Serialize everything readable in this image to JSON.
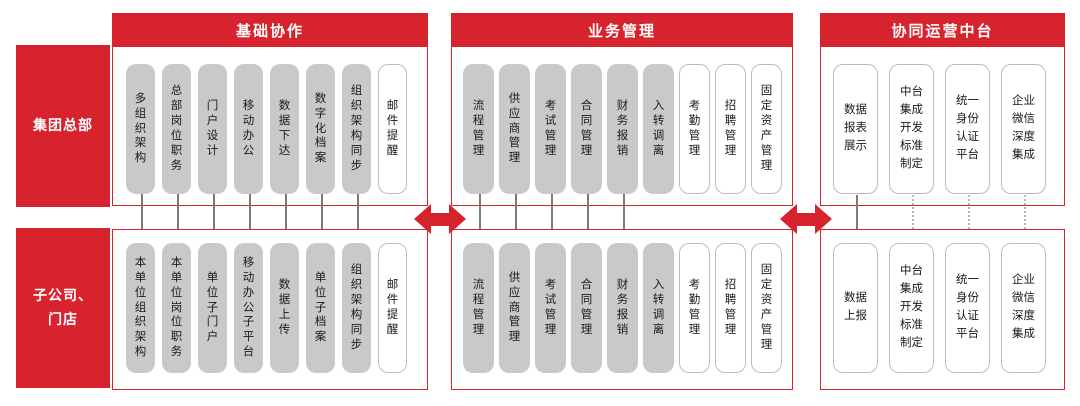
{
  "colors": {
    "accent_red": "#d7232e",
    "pill_gray": "#c9c9c9",
    "pill_white_border": "#bdbdbd",
    "connector_solid": "#7b7b7b",
    "connector_dotted": "#b5b5b5"
  },
  "row_labels": [
    {
      "id": "hq",
      "label": "集团总部"
    },
    {
      "id": "branch",
      "label": "子公司、\n门店"
    }
  ],
  "sections": [
    {
      "title": "基础协作",
      "pill_text_orientation": "vertical",
      "top_pills": [
        {
          "label": "多组织架构",
          "variant": "gray",
          "connector": "solid"
        },
        {
          "label": "总部岗位职务",
          "variant": "gray",
          "connector": "solid"
        },
        {
          "label": "门户设计",
          "variant": "gray",
          "connector": "solid"
        },
        {
          "label": "移动办公",
          "variant": "gray",
          "connector": "solid"
        },
        {
          "label": "数据下达",
          "variant": "gray",
          "connector": "solid"
        },
        {
          "label": "数字化档案",
          "variant": "gray",
          "connector": "solid"
        },
        {
          "label": "组织架构同步",
          "variant": "gray",
          "connector": "solid"
        },
        {
          "label": "邮件提醒",
          "variant": "white",
          "connector": "none"
        }
      ],
      "bottom_pills": [
        {
          "label": "本单位组织架构",
          "variant": "gray"
        },
        {
          "label": "本单位岗位职务",
          "variant": "gray"
        },
        {
          "label": "单位子门户",
          "variant": "gray"
        },
        {
          "label": "移动办公子平台",
          "variant": "gray"
        },
        {
          "label": "数据上传",
          "variant": "gray"
        },
        {
          "label": "单位子档案",
          "variant": "gray"
        },
        {
          "label": "组织架构同步",
          "variant": "gray"
        },
        {
          "label": "邮件提醒",
          "variant": "white"
        }
      ]
    },
    {
      "title": "业务管理",
      "pill_text_orientation": "vertical",
      "top_pills": [
        {
          "label": "流程管理",
          "variant": "gray",
          "connector": "solid"
        },
        {
          "label": "供应商管理",
          "variant": "gray",
          "connector": "solid"
        },
        {
          "label": "考试管理",
          "variant": "gray",
          "connector": "solid"
        },
        {
          "label": "合同管理",
          "variant": "gray",
          "connector": "solid"
        },
        {
          "label": "财务报销",
          "variant": "gray",
          "connector": "solid"
        },
        {
          "label": "入转调离",
          "variant": "gray",
          "connector": "none"
        },
        {
          "label": "考勤管理",
          "variant": "white",
          "connector": "none"
        },
        {
          "label": "招聘管理",
          "variant": "white",
          "connector": "none"
        },
        {
          "label": "固定资产管理",
          "variant": "white",
          "connector": "none"
        }
      ],
      "bottom_pills": [
        {
          "label": "流程管理",
          "variant": "gray"
        },
        {
          "label": "供应商管理",
          "variant": "gray"
        },
        {
          "label": "考试管理",
          "variant": "gray"
        },
        {
          "label": "合同管理",
          "variant": "gray"
        },
        {
          "label": "财务报销",
          "variant": "gray"
        },
        {
          "label": "入转调离",
          "variant": "gray"
        },
        {
          "label": "考勤管理",
          "variant": "white"
        },
        {
          "label": "招聘管理",
          "variant": "white"
        },
        {
          "label": "固定资产管理",
          "variant": "white"
        }
      ]
    },
    {
      "title": "协同运营中台",
      "pill_text_orientation": "horizontal",
      "top_pills": [
        {
          "label": "数据\n报表\n展示",
          "variant": "white",
          "connector": "solid"
        },
        {
          "label": "中台\n集成\n开发\n标准\n制定",
          "variant": "white",
          "connector": "dotted"
        },
        {
          "label": "统一\n身份\n认证\n平台",
          "variant": "white",
          "connector": "dotted"
        },
        {
          "label": "企业\n微信\n深度\n集成",
          "variant": "white",
          "connector": "dotted"
        }
      ],
      "bottom_pills": [
        {
          "label": "数据\n上报",
          "variant": "white"
        },
        {
          "label": "中台\n集成\n开发\n标准\n制定",
          "variant": "white"
        },
        {
          "label": "统一\n身份\n认证\n平台",
          "variant": "white"
        },
        {
          "label": "企业\n微信\n深度\n集成",
          "variant": "white"
        }
      ]
    }
  ]
}
